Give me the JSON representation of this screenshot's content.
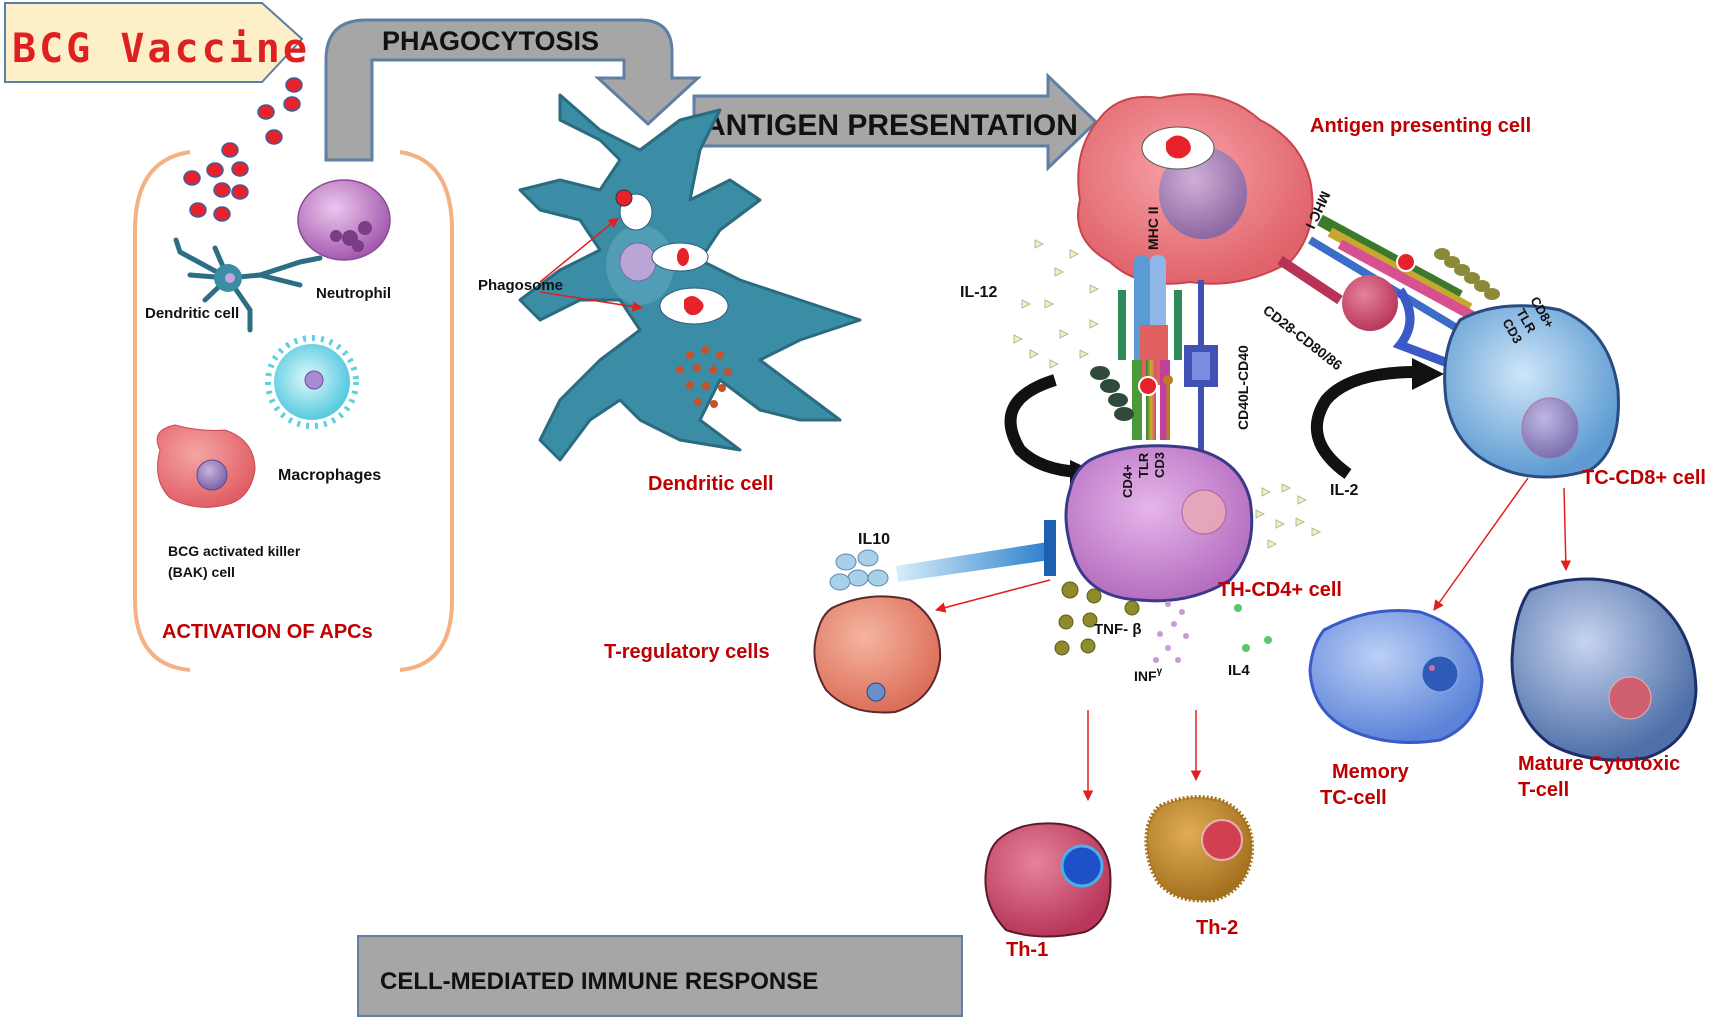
{
  "header": {
    "title": "BCG Vaccine",
    "phagocytosis": "PHAGOCYTOSIS",
    "antigen_presentation": "ANTIGEN PRESENTATION"
  },
  "left_panel": {
    "dendritic_cell": "Dendritic cell",
    "neutrophil": "Neutrophil",
    "macrophages": "Macrophages",
    "bak_line1": "BCG activated  killer",
    "bak_line2": "(BAK) cell",
    "caption": "ACTIVATION OF APCs"
  },
  "center": {
    "phagosome": "Phagosome",
    "dendritic_cell": "Dendritic cell"
  },
  "apc": {
    "title": "Antigen presenting cell",
    "mhc2": "MHC II",
    "mhc1": "MHC I",
    "cd40": "CD40L-CD40",
    "cd28": "CD28-CD80/86",
    "il12": "IL-12",
    "il2": "IL-2"
  },
  "th_cell": {
    "cd4": "CD4+",
    "tlr": "TLR",
    "cd3": "CD3",
    "title": "TH-CD4+ cell",
    "il10": "IL10",
    "tnf": "TNF- β",
    "inf": "INF",
    "inf_sup": "γ",
    "il4": "IL4",
    "treg": "T-regulatory cells",
    "th1": "Th-1",
    "th2": "Th-2"
  },
  "tc_cell": {
    "cd8": "CD8+",
    "tlr": "TLR",
    "cd3": "CD3",
    "title": "TC-CD8+ cell",
    "memory_line1": "Memory",
    "memory_line2": "TC-cell",
    "mature_line1": "Mature Cytotoxic",
    "mature_line2": "T-cell"
  },
  "footer": {
    "caption": "CELL-MEDIATED IMMUNE RESPONSE"
  },
  "colors": {
    "label_red": "#c00000",
    "arrow_gray": "#a6a6a6",
    "dendritic_teal": "#3b8da5",
    "apc_pink": "#e0636b",
    "th_purple": "#c383c7",
    "tc_blue": "#7eb5e0"
  }
}
